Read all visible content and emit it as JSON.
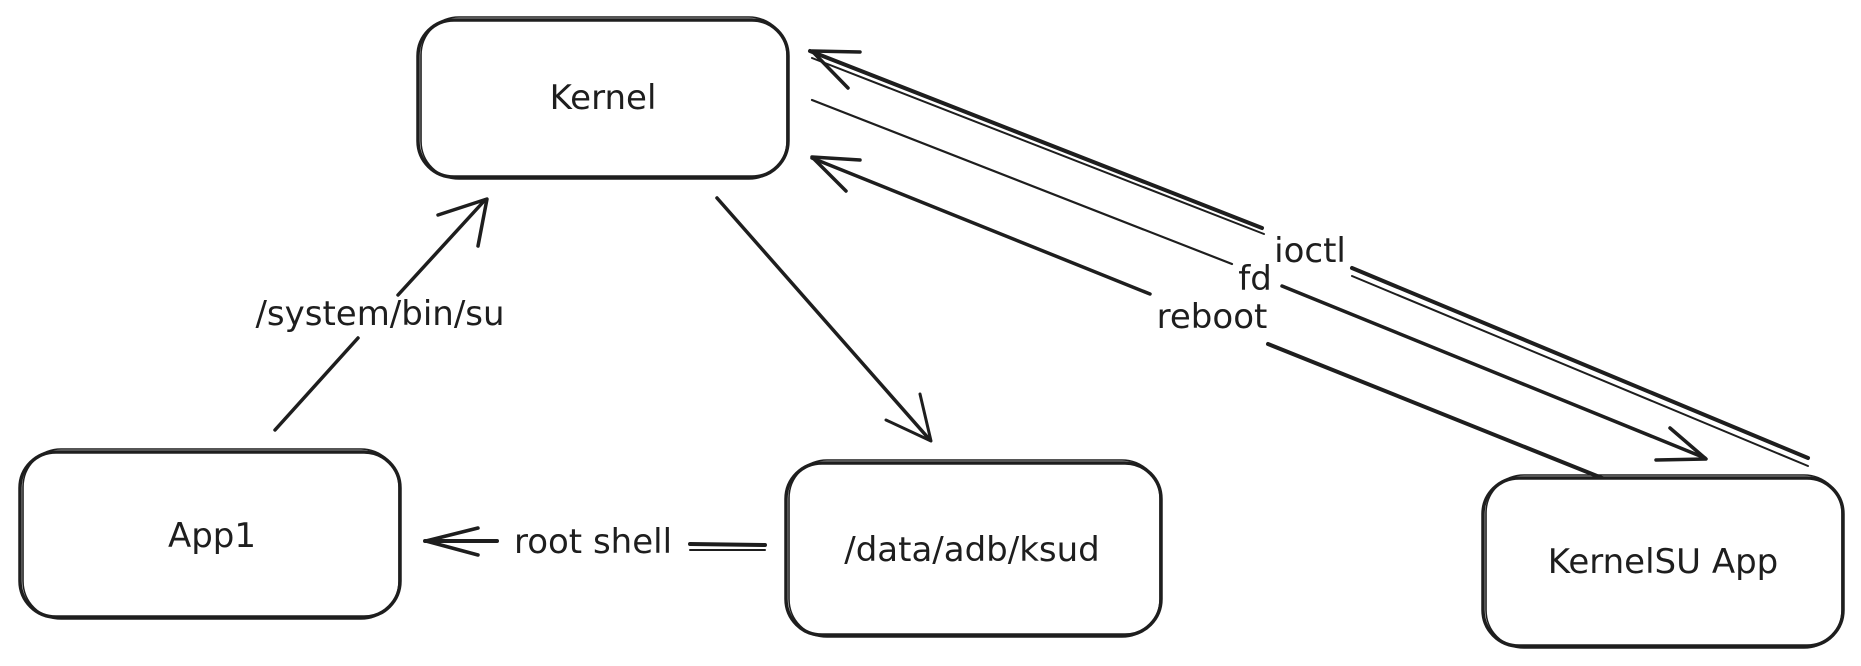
{
  "nodes": {
    "kernel": {
      "label": "Kernel"
    },
    "app1": {
      "label": "App1"
    },
    "ksud": {
      "label": "/data/adb/ksud"
    },
    "kernelsu_app": {
      "label": "KernelSU App"
    }
  },
  "edges": {
    "app1_to_kernel": {
      "label": "/system/bin/su"
    },
    "ksud_to_app1": {
      "label": "root shell"
    },
    "kernelsu_to_kernel_ioctl": {
      "label": "ioctl"
    },
    "kernel_to_kernelsu_fd": {
      "label": "fd"
    },
    "kernelsu_to_kernel_reboot": {
      "label": "reboot"
    }
  },
  "colors": {
    "stroke": "#1e1e1e",
    "background": "#ffffff"
  }
}
